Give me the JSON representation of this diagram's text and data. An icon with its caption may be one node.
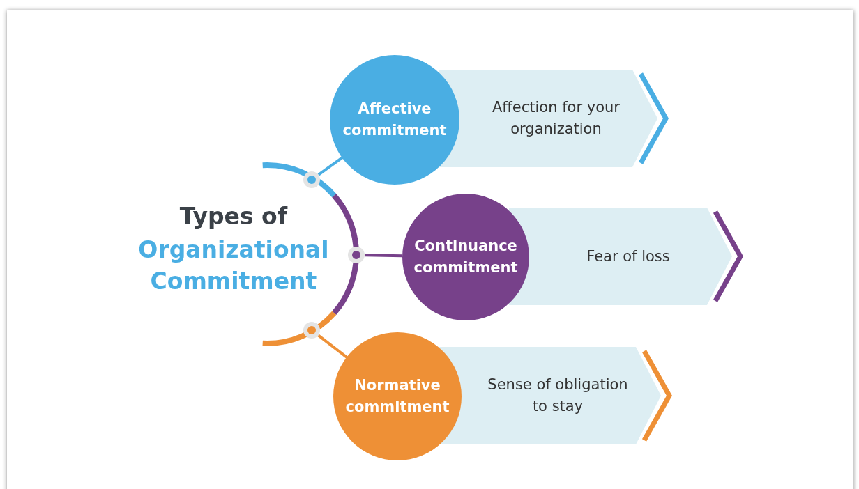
{
  "diagram": {
    "nodes": [
      {
        "text": [
          "Affective commitment"
        ]
      },
      {
        "text": [
          "Affection for your organization"
        ]
      },
      {
        "text": [
          "Continuance commitment"
        ]
      },
      {
        "text": [
          "Fear of loss"
        ]
      },
      {
        "text": [
          "Normative commitment"
        ]
      },
      {
        "text": [
          "Sense of obligation to stay"
        ]
      },
      {
        "text": [],
        "shape": "circle"
      },
      {
        "text": [],
        "shape": "circle"
      },
      {
        "text": [],
        "shape": "circle"
      }
    ],
    "edges": [
      {
        "from": 6,
        "to": 0,
        "arrow": "none",
        "color": "#4aaee3"
      },
      {
        "from": 7,
        "to": 2,
        "arrow": "none",
        "color": "#77418a"
      },
      {
        "from": 8,
        "to": 4,
        "arrow": "none",
        "color": "#ee9036"
      }
    ],
    "labels": [
      "Types of",
      "Organizational Commitment"
    ]
  }
}
